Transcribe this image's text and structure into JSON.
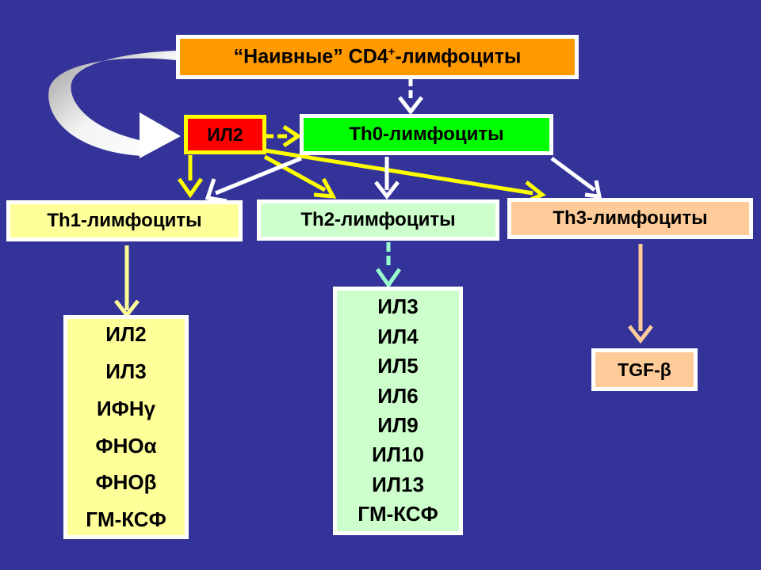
{
  "nodes": {
    "naive": {
      "text": "“Наивные” CD4",
      "sup": "+",
      "suffix": "-лимфоциты"
    },
    "il2": "ИЛ2",
    "th0": "Th0-лимфоциты",
    "th1": "Th1-лимфоциты",
    "th2": "Th2-лимфоциты",
    "th3": "Th3-лимфоциты"
  },
  "th1_products": [
    "ИЛ2",
    "ИЛ3",
    "ИФНγ",
    "ФНОα",
    "ФНОβ",
    "ГМ-КСФ"
  ],
  "th2_products": [
    "ИЛ3",
    "ИЛ4",
    "ИЛ5",
    "ИЛ6",
    "ИЛ9",
    "ИЛ10",
    "ИЛ13",
    "ГМ-КСФ"
  ],
  "th3_products": [
    "TGF-β"
  ],
  "colors": {
    "background": "#333399",
    "naive_fill": "#ff9900",
    "il2_fill": "#ff0000",
    "il2_border": "#ffff00",
    "th0_fill": "#00ff00",
    "th1_fill": "#ffff99",
    "th2_fill": "#ccffcc",
    "th3_fill": "#ffcc99",
    "yellow_arrow": "#ffff00",
    "white_arrow": "#ffffff",
    "green_arrow": "#99ffcc",
    "peach_arrow": "#ffcc99"
  }
}
